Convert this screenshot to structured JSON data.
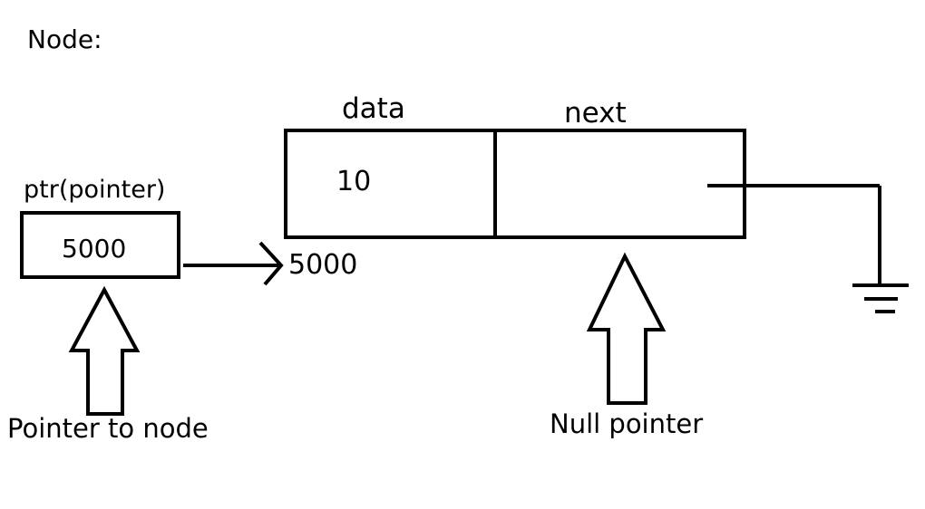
{
  "title": "Node:",
  "node": {
    "field_labels": {
      "data": "data",
      "next": "next"
    },
    "data_value": "10",
    "address": "5000"
  },
  "pointer": {
    "label": "ptr(pointer)",
    "value": "5000"
  },
  "annotations": {
    "pointer_caption": "Pointer to node",
    "null_caption": "Null pointer"
  },
  "colors": {
    "stroke": "#000000",
    "background": "#ffffff"
  }
}
